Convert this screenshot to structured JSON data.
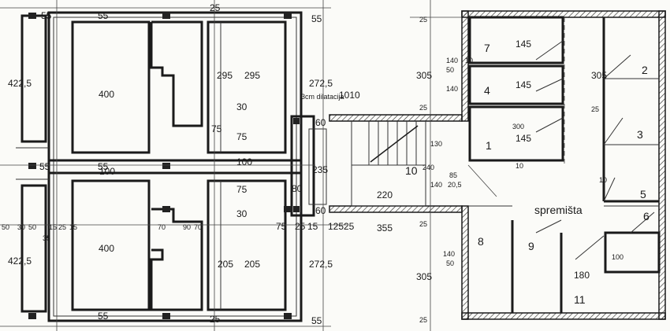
{
  "plan": {
    "rooms": [
      {
        "id": "r1",
        "label": "1"
      },
      {
        "id": "r2",
        "label": "2"
      },
      {
        "id": "r3",
        "label": "3"
      },
      {
        "id": "r4",
        "label": "4"
      },
      {
        "id": "r5",
        "label": "5"
      },
      {
        "id": "r6",
        "label": "6"
      },
      {
        "id": "r7",
        "label": "7"
      },
      {
        "id": "r8",
        "label": "8"
      },
      {
        "id": "r9",
        "label": "9"
      },
      {
        "id": "r10",
        "label": "10"
      },
      {
        "id": "r11",
        "label": "11"
      }
    ],
    "area_label": "spremišta",
    "dilatation_label": "3cm dilatacija",
    "dims": {
      "d55": "55",
      "d25": "25",
      "d400": "400",
      "d295": "295",
      "d205": "205",
      "d4225": "422,5",
      "d2725": "272,5",
      "d1010": "1010",
      "d100": "100",
      "d75": "75",
      "d30": "30",
      "d60": "60",
      "d80": "80",
      "d235": "235",
      "d220": "220",
      "d355": "355",
      "d125": "125",
      "d15": "15",
      "d50": "50",
      "d35": "35",
      "d305": "305",
      "d140": "140",
      "d145": "145",
      "d300": "300",
      "d130": "130",
      "d10": "10",
      "d180": "180",
      "d240": "240",
      "d85": "85",
      "d205b": "20,5",
      "d70": "70",
      "d90": "90"
    }
  }
}
